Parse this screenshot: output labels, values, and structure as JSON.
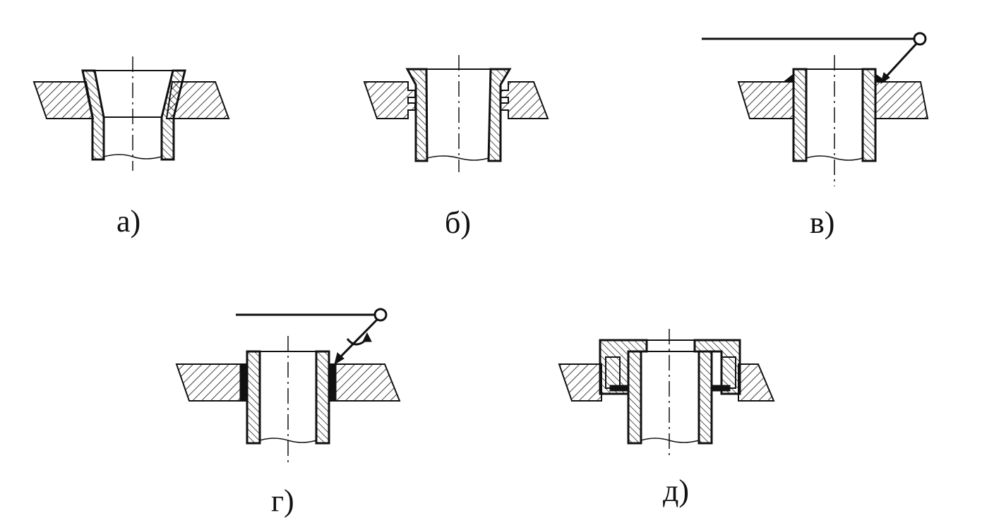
{
  "figure": {
    "captions": {
      "a": "а)",
      "b": "б)",
      "v": "в)",
      "g": "г)",
      "d": "д)"
    },
    "colors": {
      "ink": "#111111",
      "background": "#ffffff"
    }
  }
}
